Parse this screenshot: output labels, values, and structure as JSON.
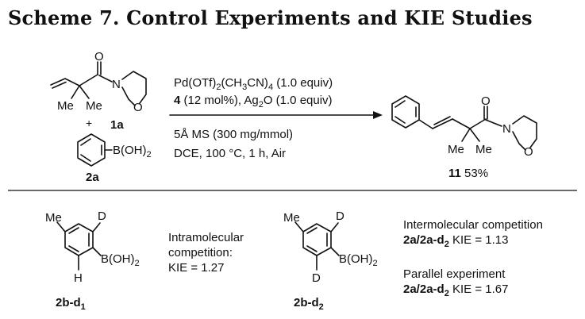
{
  "title": "Scheme 7. Control Experiments and KIE Studies",
  "reaction": {
    "reactant1": {
      "atoms": {
        "O": "O",
        "N": "N",
        "O_ring": "O",
        "Me1": "Me",
        "Me2": "Me"
      },
      "label": "1a"
    },
    "plus": "+",
    "reactant2": {
      "boron": "B(OH)",
      "boron_sub": "2",
      "label": "2a"
    },
    "conditions": {
      "line1": {
        "pre": "Pd(OTf)",
        "s1": "2",
        "mid": "(CH",
        "s2": "3",
        "mid2": "CN)",
        "s3": "4",
        "post": " (1.0 equiv)"
      },
      "line2": {
        "cat": "4",
        "rest": " (12 mol%), Ag",
        "s1": "2",
        "rest2": "O (1.0 equiv)"
      },
      "line3": "5Å MS (300 mg/mmol)",
      "line4": "DCE, 100 °C, 1 h, Air"
    },
    "product": {
      "atoms": {
        "O": "O",
        "N": "N",
        "O_ring": "O",
        "Me1": "Me",
        "Me2": "Me"
      },
      "label": "11",
      "yield": " 53%"
    }
  },
  "kie": {
    "compound1": {
      "atoms": {
        "Me": "Me",
        "D": "D",
        "H": "H",
        "boron": "B(OH)",
        "boron_sub": "2"
      },
      "label": "2b-d",
      "label_sub": "1",
      "description": [
        "Intramolecular",
        "competition:",
        "KIE = 1.27"
      ]
    },
    "compound2": {
      "atoms": {
        "Me": "Me",
        "D1": "D",
        "D2": "D",
        "boron": "B(OH)",
        "boron_sub": "2"
      },
      "label": "2b-d",
      "label_sub": "2"
    },
    "intermolecular": {
      "heading": "Intermolecular competition",
      "pair": "2a/2a-d",
      "pair_sub": "2",
      "result": " KIE = 1.13"
    },
    "parallel": {
      "heading": "Parallel experiment",
      "pair": "2a/2a-d",
      "pair_sub": "2",
      "result": " KIE = 1.67"
    }
  }
}
